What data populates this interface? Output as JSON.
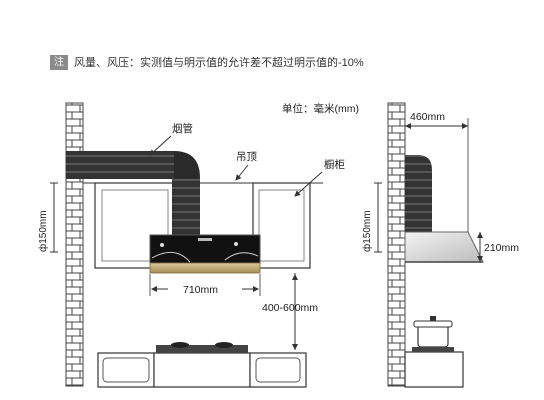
{
  "note": {
    "badge": "注",
    "text": "风量、风压：实测值与明示值的允许差不超过明示值的-10%"
  },
  "labels": {
    "unit": "单位：毫米(mm)",
    "duct": "烟管",
    "ceiling": "吊顶",
    "cabinet": "橱柜",
    "diameter_left": "ф150mm",
    "width_710": "710mm",
    "height_400_600": "400-600mm",
    "depth_460": "460mm",
    "diameter_right": "ф150mm",
    "height_210": "210mm"
  },
  "colors": {
    "line": "#333333",
    "brick_stroke": "#444444",
    "duct": "#2a2a2a",
    "hood_panel": "#111111",
    "hood_trim": "#c9b27a",
    "cabinet_fill": "#ffffff",
    "floor_cabinet": "#f2f2f2"
  }
}
